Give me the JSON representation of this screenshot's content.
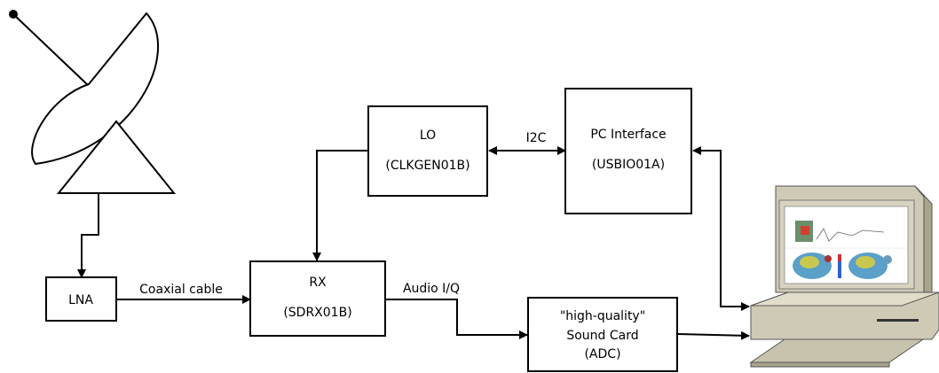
{
  "blocks": {
    "lna": {
      "label": "LNA"
    },
    "rx": {
      "line1": "RX",
      "line2": "(SDRX01B)"
    },
    "lo": {
      "line1": "LO",
      "line2": "(CLKGEN01B)"
    },
    "pc_interface": {
      "line1": "PC Interface",
      "line2": "(USBIO01A)"
    },
    "sound_card": {
      "line1": "\"high-quality\"",
      "line2": "Sound Card",
      "line3": "(ADC)"
    }
  },
  "connections": {
    "coax": "Coaxial cable",
    "audio": "Audio I/Q",
    "i2c": "I2C"
  },
  "icons": [
    "satellite-dish-icon",
    "computer-icon"
  ]
}
